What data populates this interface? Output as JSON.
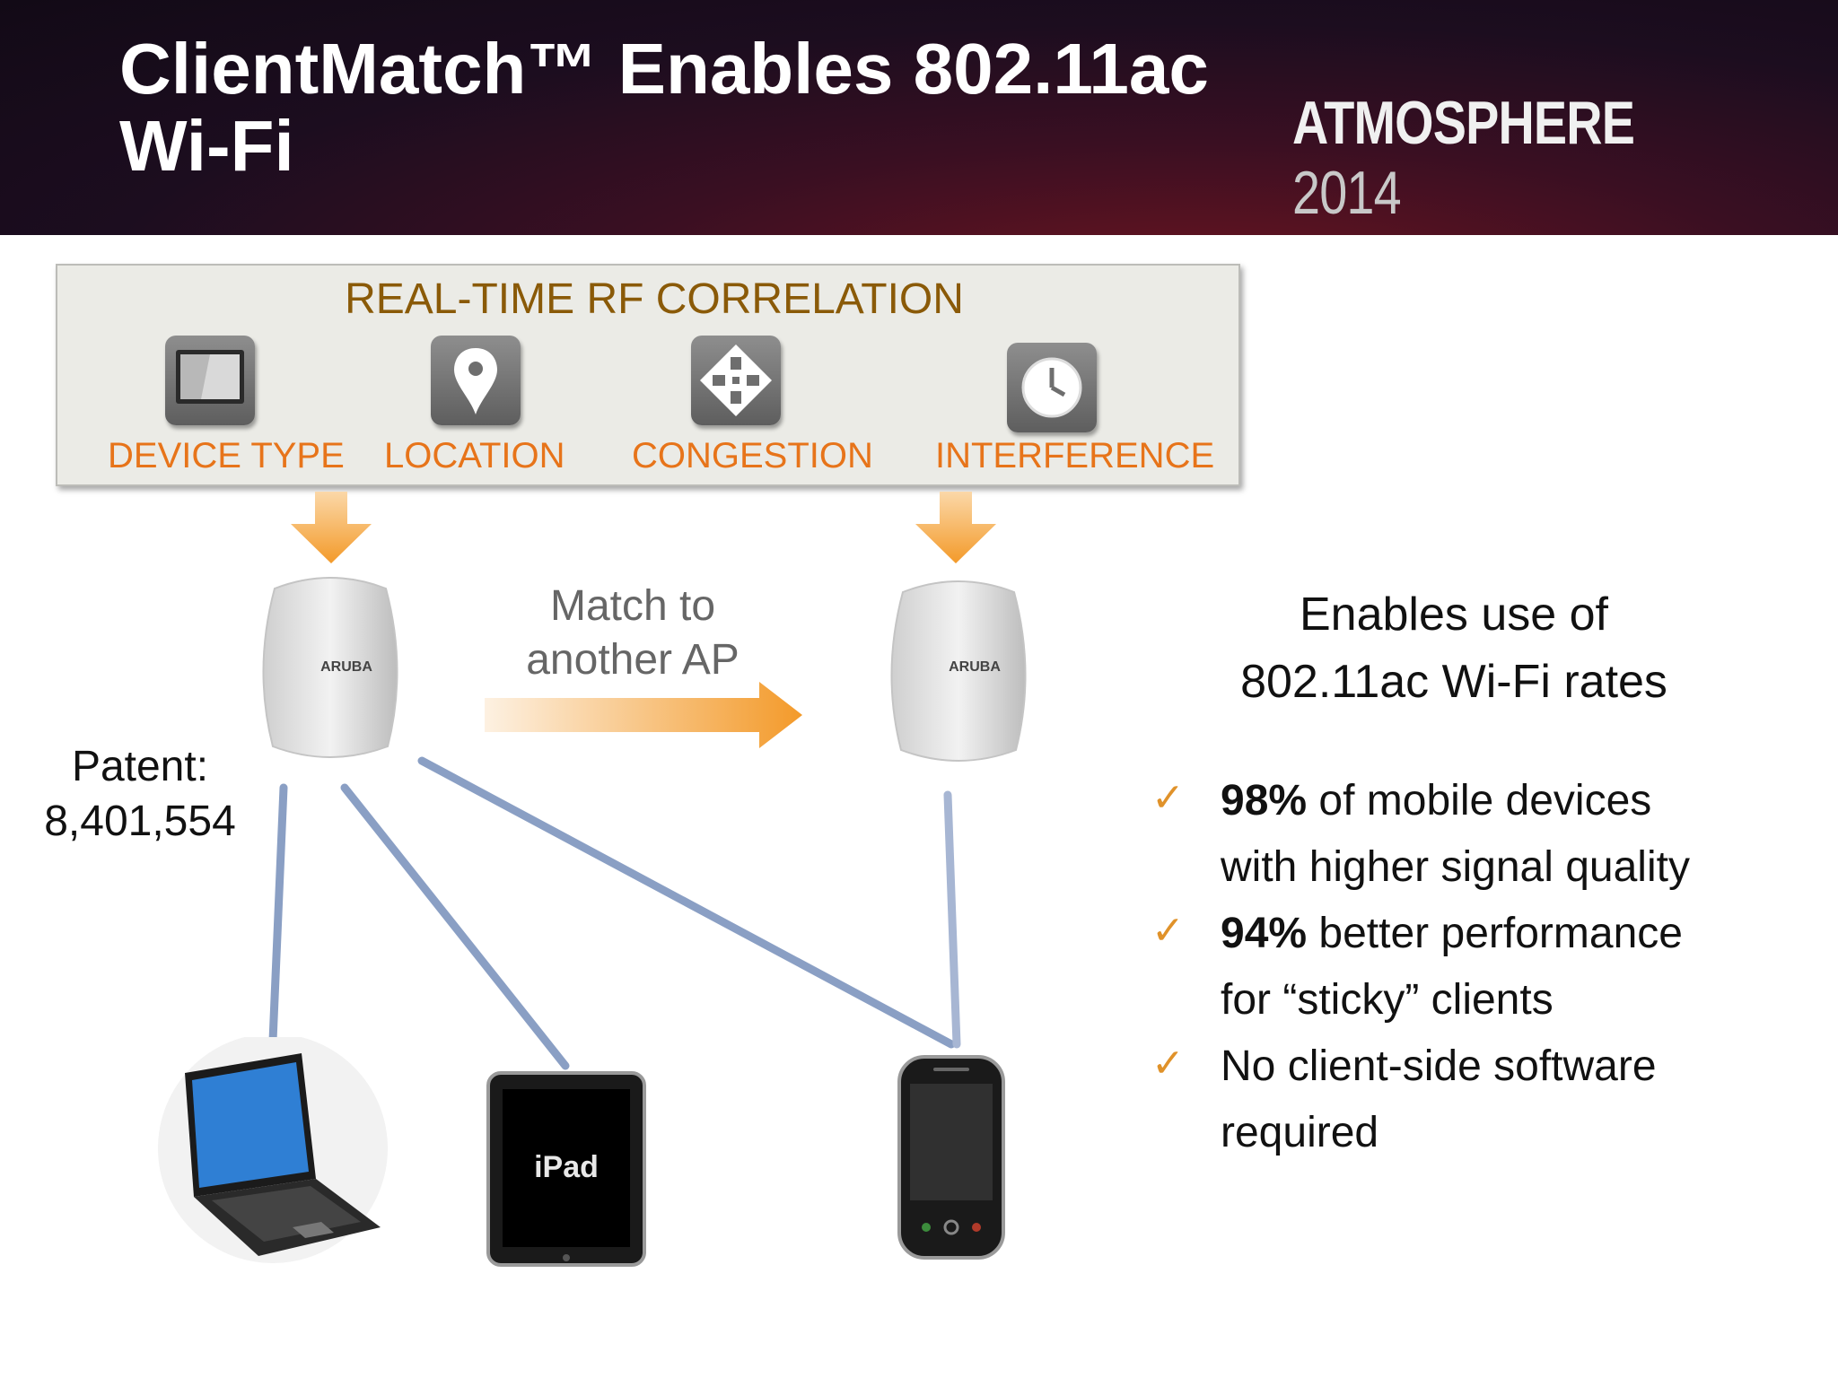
{
  "header": {
    "title_line1": "ClientMatch™ Enables 802.11ac",
    "title_line2": "Wi-Fi",
    "brand_word": "ATMOSPHERE",
    "brand_year": "2014"
  },
  "rf_correlation": {
    "title": "REAL-TIME RF CORRELATION",
    "items": [
      {
        "label": "DEVICE TYPE",
        "icon": "tablet-icon"
      },
      {
        "label": "LOCATION",
        "icon": "location-pin-icon"
      },
      {
        "label": "CONGESTION",
        "icon": "congestion-icon"
      },
      {
        "label": "INTERFERENCE",
        "icon": "clock-icon"
      }
    ]
  },
  "diagram": {
    "match_line1": "Match to",
    "match_line2": "another AP",
    "ap_brand": "ARUBA",
    "patent_line1": "Patent:",
    "patent_line2": "8,401,554",
    "ipad_label": "iPad"
  },
  "benefits": {
    "heading_line1": "Enables use of",
    "heading_line2": "802.11ac Wi-Fi rates",
    "items": [
      {
        "bold": "98%",
        "line1_rest": " of mobile devices",
        "line2": "with higher signal quality"
      },
      {
        "bold": "94%",
        "line1_rest": " better performance",
        "line2": "for “sticky” clients"
      },
      {
        "bold": "",
        "line1_rest": "No client-side software",
        "line2": "required"
      }
    ]
  },
  "colors": {
    "accent_orange": "#e7741a",
    "rf_title_brown": "#8a5a08",
    "link_blue": "#7d93bb",
    "check_orange": "#e0922a"
  }
}
